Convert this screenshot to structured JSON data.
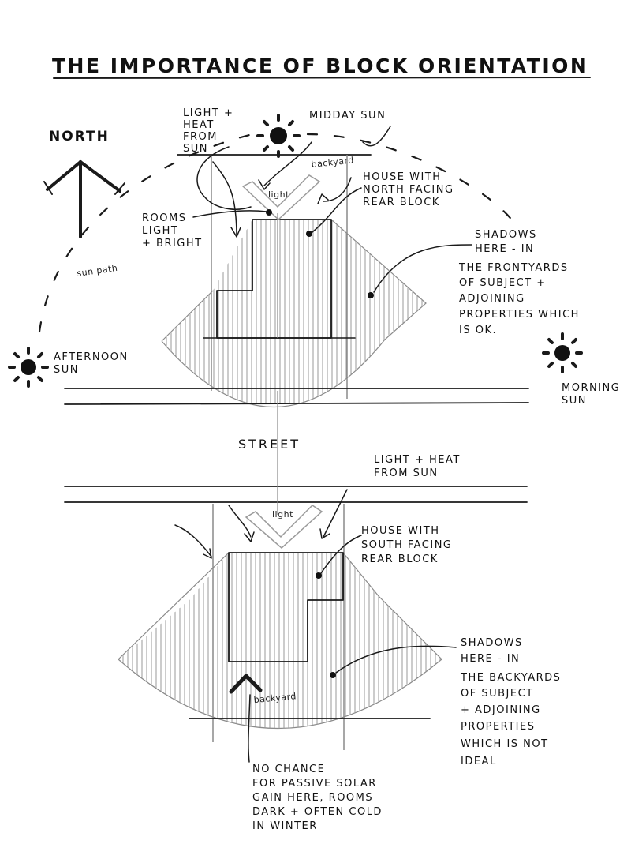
{
  "title": "THE IMPORTANCE OF BLOCK ORIENTATION",
  "compass": {
    "label": "NORTH"
  },
  "sun_positions": {
    "midday": "MIDDAY SUN",
    "afternoon": [
      "AFTERNOON",
      "SUN"
    ],
    "morning": [
      "MORNING",
      "SUN"
    ],
    "sun_path": "sun path"
  },
  "street": "STREET",
  "top_house": {
    "light_heat": [
      "LIGHT +",
      "HEAT",
      "FROM",
      "SUN"
    ],
    "backyard": "backyard",
    "light": "light",
    "house_note": [
      "HOUSE WITH",
      "NORTH FACING",
      "REAR BLOCK"
    ],
    "rooms_note": [
      "ROOMS",
      "LIGHT",
      "+ BRIGHT"
    ],
    "shadow_note": [
      "SHADOWS",
      "HERE - IN",
      "THE FRONTYARDS",
      "OF SUBJECT +",
      "ADJOINING",
      "PROPERTIES WHICH",
      "IS OK."
    ]
  },
  "bottom_house": {
    "light_heat": [
      "LIGHT + HEAT",
      "FROM SUN"
    ],
    "light": "light",
    "backyard": "backyard",
    "house_note": [
      "HOUSE WITH",
      "SOUTH FACING",
      "REAR BLOCK"
    ],
    "shadow_note": [
      "SHADOWS",
      "HERE - IN",
      "THE BACKYARDS",
      "OF SUBJECT",
      "+ ADJOINING",
      "PROPERTIES",
      "WHICH IS NOT",
      "IDEAL"
    ],
    "solar_note": [
      "NO CHANCE",
      "FOR PASSIVE SOLAR",
      "GAIN HERE, ROOMS",
      "DARK + OFTEN COLD",
      "IN WINTER"
    ]
  }
}
